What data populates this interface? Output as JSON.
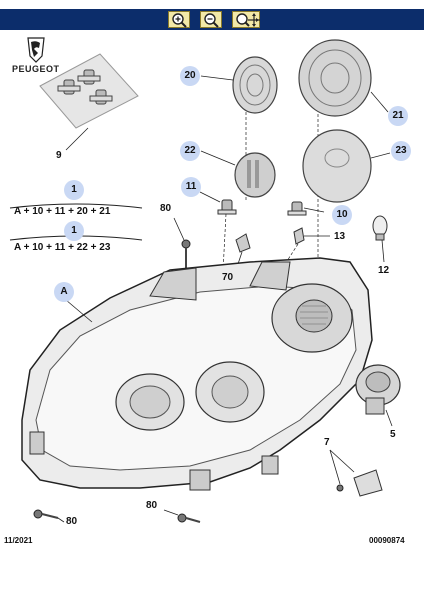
{
  "toolbar": {
    "colors": {
      "bar": "#0c2d6b",
      "button": "#f2e9a8"
    },
    "buttons": [
      {
        "name": "zoom-in-button",
        "icon": "zoom-in-icon"
      },
      {
        "name": "zoom-out-button",
        "icon": "zoom-out-icon"
      },
      {
        "name": "zoom-fit-button",
        "icon": "zoom-pan-icon"
      }
    ]
  },
  "brand": {
    "name": "PEUGEOT",
    "logo_icon": "peugeot-lion-icon"
  },
  "callouts": {
    "c20": "20",
    "c21": "21",
    "c22": "22",
    "c23": "23",
    "c11": "11",
    "c10": "10",
    "c1a": "1",
    "c1b": "1",
    "cA": "A"
  },
  "labels": {
    "l9": "9",
    "l80a": "80",
    "l13": "13",
    "l70": "70",
    "l12": "12",
    "l5": "5",
    "l7": "7",
    "l80b": "80",
    "l80c": "80"
  },
  "formulas": {
    "f1": "A + 10 + 11 + 20 + 21",
    "f2": "A + 10 + 11 + 22 + 23"
  },
  "footer": {
    "date": "11/2021",
    "reference": "00090874"
  },
  "colors": {
    "callout_fill": "#c9d8f4",
    "line": "#222222"
  }
}
